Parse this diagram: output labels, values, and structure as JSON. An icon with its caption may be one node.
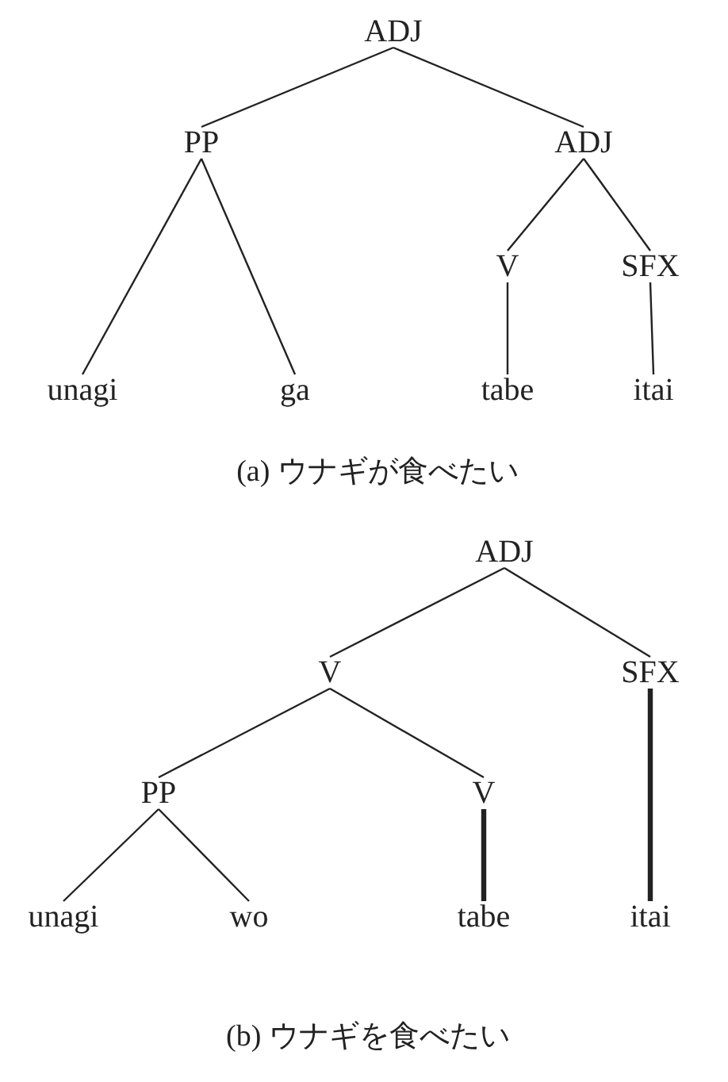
{
  "diagram": {
    "nodes": [
      {
        "text": [
          "ADJ"
        ]
      },
      {
        "text": [
          "PP"
        ]
      },
      {
        "text": [
          "ADJ"
        ]
      },
      {
        "text": [
          "V"
        ]
      },
      {
        "text": [
          "SFX"
        ]
      },
      {
        "text": [
          "unagi"
        ]
      },
      {
        "text": [
          "ga"
        ]
      },
      {
        "text": [
          "tabe"
        ]
      },
      {
        "text": [
          "itai"
        ]
      },
      {
        "text": [
          "ADJ"
        ]
      },
      {
        "text": [
          "V"
        ]
      },
      {
        "text": [
          "SFX"
        ]
      },
      {
        "text": [
          "PP"
        ]
      },
      {
        "text": [
          "V"
        ]
      },
      {
        "text": [
          "unagi"
        ]
      },
      {
        "text": [
          "wo"
        ]
      },
      {
        "text": [
          "tabe"
        ]
      },
      {
        "text": [
          "itai"
        ]
      }
    ],
    "edges": [
      {
        "from": 0,
        "to": 1,
        "arrow": "none"
      },
      {
        "from": 0,
        "to": 2,
        "arrow": "none"
      },
      {
        "from": 1,
        "to": 5,
        "arrow": "none"
      },
      {
        "from": 1,
        "to": 6,
        "arrow": "none"
      },
      {
        "from": 2,
        "to": 3,
        "arrow": "none"
      },
      {
        "from": 2,
        "to": 4,
        "arrow": "none"
      },
      {
        "from": 3,
        "to": 7,
        "arrow": "none"
      },
      {
        "from": 4,
        "to": 8,
        "arrow": "none"
      },
      {
        "from": 9,
        "to": 10,
        "arrow": "none"
      },
      {
        "from": 9,
        "to": 11,
        "arrow": "none"
      },
      {
        "from": 10,
        "to": 12,
        "arrow": "none"
      },
      {
        "from": 10,
        "to": 13,
        "arrow": "none"
      },
      {
        "from": 12,
        "to": 14,
        "arrow": "none"
      },
      {
        "from": 12,
        "to": 15,
        "arrow": "none"
      },
      {
        "from": 13,
        "to": 16,
        "arrow": "none",
        "style": "thick"
      },
      {
        "from": 11,
        "to": 17,
        "arrow": "none",
        "style": "thick"
      }
    ],
    "labels": [
      "(a) ウナギが食べたい",
      "(b) ウナギを食べたい"
    ]
  }
}
